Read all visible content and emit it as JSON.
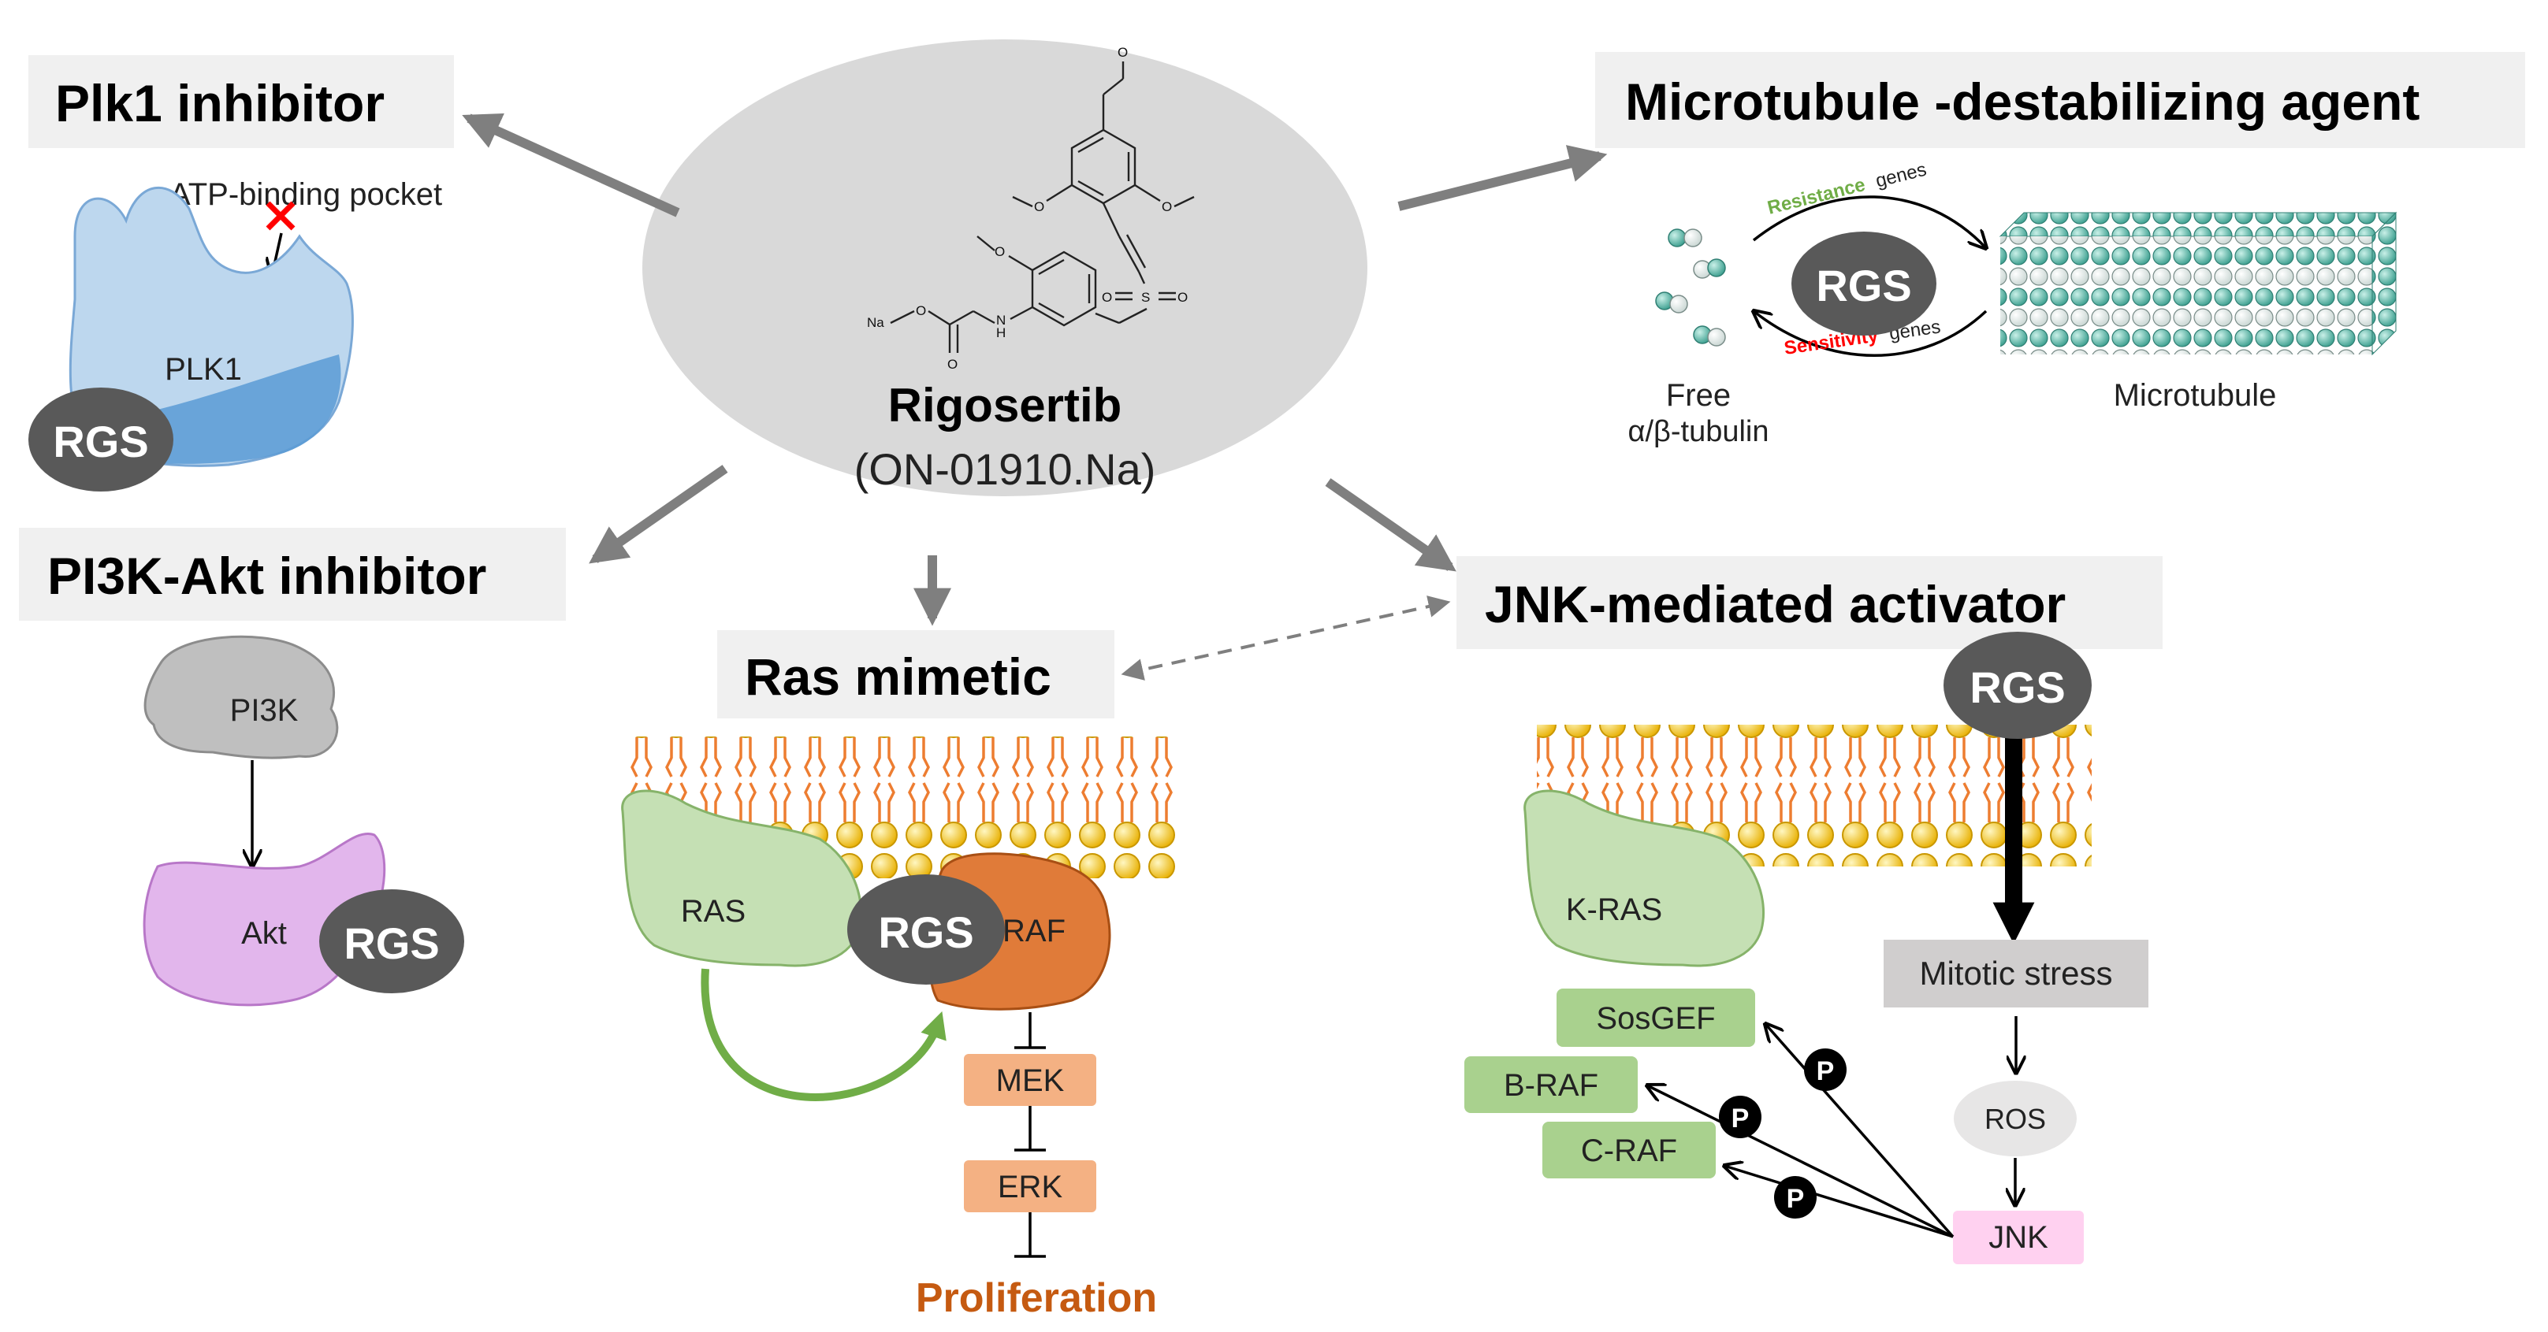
{
  "drug": {
    "name": "Rigosertib",
    "code": "(ON-01910.Na)",
    "atoms": {
      "na": "Na",
      "o": "O",
      "n": "N",
      "h": "H",
      "s": "S"
    }
  },
  "sections": {
    "plk1": {
      "title": "Plk1 inhibitor",
      "pocket_label": "ATP-binding pocket",
      "protein_label": "PLK1",
      "rgs_label": "RGS"
    },
    "microtubule": {
      "title": "Microtubule -destabilizing agent",
      "rgs_label": "RGS",
      "resistance_word": "Resistance",
      "sensitivity_word": "Sensitivity",
      "genes_word": "genes",
      "free_label": "Free",
      "tubulin_label": "α/β-tubulin",
      "microtubule_label": "Microtubule"
    },
    "pi3k": {
      "title": "PI3K-Akt inhibitor",
      "pi3k_label": "PI3K",
      "akt_label": "Akt",
      "rgs_label": "RGS"
    },
    "ras": {
      "title": "Ras mimetic",
      "ras_label": "RAS",
      "rgs_label": "RGS",
      "raf_label": "RAF",
      "mek_label": "MEK",
      "erk_label": "ERK",
      "outcome_label": "Proliferation"
    },
    "jnk": {
      "title": "JNK-mediated activator",
      "rgs_label": "RGS",
      "kras_label": "K-RAS",
      "stress_label": "Mitotic stress",
      "ros_label": "ROS",
      "jnk_label": "JNK",
      "sosgef_label": "SosGEF",
      "braf_label": "B-RAF",
      "craf_label": "C-RAF",
      "phospho_label": "P"
    }
  },
  "colors": {
    "title_box": "#f0f0f0",
    "center_oval": "#d9d9d9",
    "rgs_fill": "#595959",
    "arrow_gray": "#7f7f7f",
    "plk1_blue": "#bdd7ee",
    "plk1_dark": "#5b9bd5",
    "pi3k_gray": "#bfbfbf",
    "akt_purple": "#e2b6ec",
    "ras_green": "#c5e0b4",
    "raf_orange": "#e07b39",
    "kinase_box": "#f4b183",
    "green_box": "#a9d18e",
    "proliferation": "#c55a11",
    "lipid_head": "#f4c430",
    "lipid_tail": "#ed7d31",
    "jnk_pink": "#ffd1f0",
    "ros_gray": "#e7e6e6",
    "stress_gray": "#d0cece",
    "tubulin_teal": "#4fb3a3",
    "resistance_green": "#70ad47",
    "sensitivity_red": "#ff0000",
    "inhibit_cross": "#ff0000"
  }
}
